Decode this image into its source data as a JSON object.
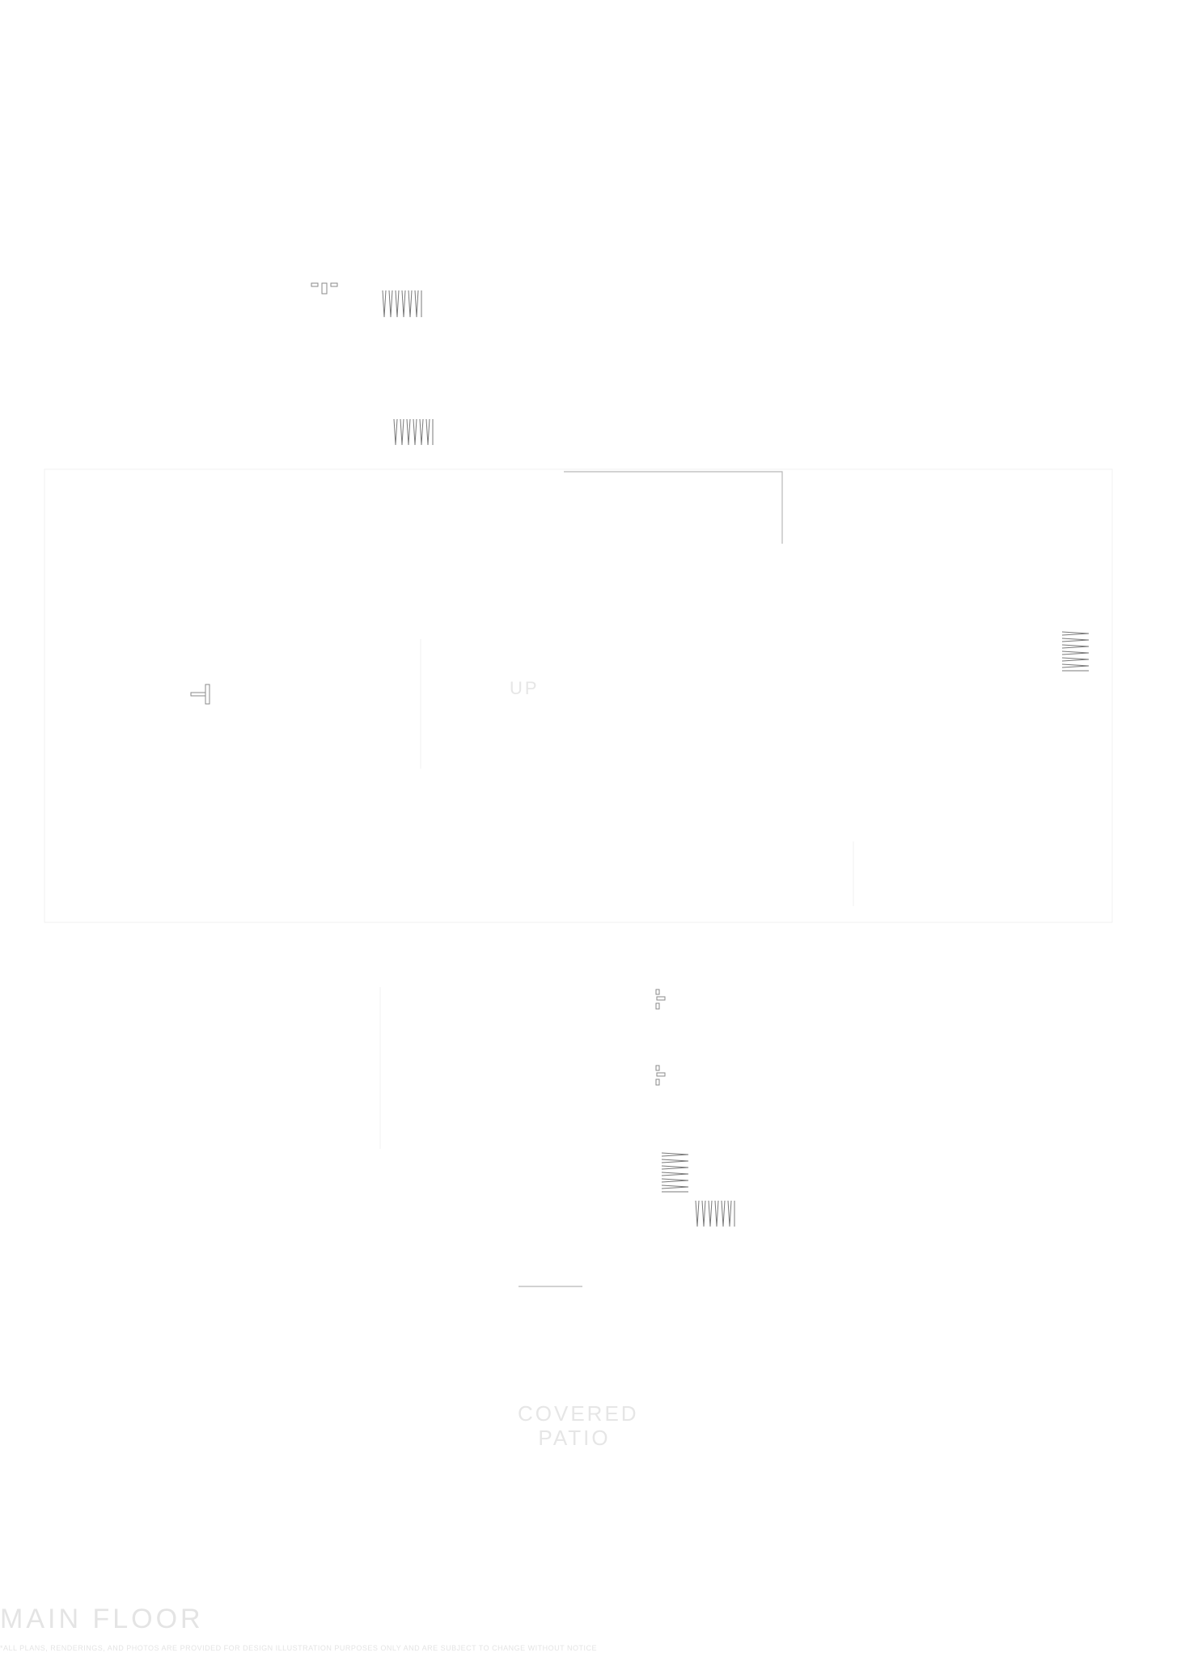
{
  "plan": {
    "title": "MAIN FLOOR",
    "disclaimer": "*ALL PLANS, RENDERINGS, AND PHOTOS ARE PROVIDED FOR DESIGN ILLUSTRATION PURPOSES ONLY AND ARE SUBJECT TO CHANGE WITHOUT NOTICE",
    "labels": {
      "stairs": "UP",
      "patio_line1": "COVERED",
      "patio_line2": "PATIO"
    }
  },
  "colors": {
    "faint_text": "#e4e4e4",
    "line": "#8a8a8a",
    "background": "#ffffff"
  },
  "icons": [
    "hatched-wall-icon",
    "door-hardware-icon",
    "faucet-icon"
  ]
}
